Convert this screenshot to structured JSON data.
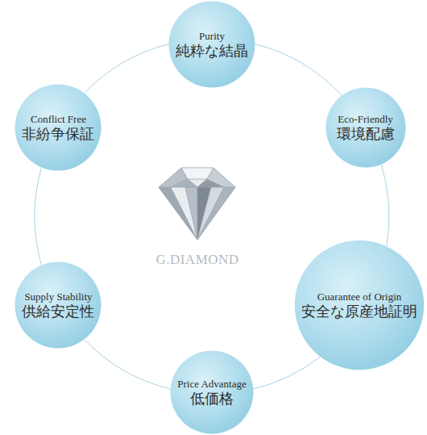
{
  "diagram": {
    "nodes": [
      {
        "text": [
          "Purity",
          "純粋な結晶"
        ]
      },
      {
        "text": [
          "Eco-Friendly",
          "環境配慮"
        ]
      },
      {
        "text": [
          "Guarantee of Origin",
          "安全な原産地証明"
        ]
      },
      {
        "text": [
          "Price Advantage",
          "低価格"
        ]
      },
      {
        "text": [
          "Supply Stability",
          "供給安定性"
        ]
      },
      {
        "text": [
          "Conflict Free",
          "非紛争保証"
        ]
      }
    ],
    "edges": [
      {
        "from": 0,
        "to": 1,
        "arrow": "none"
      },
      {
        "from": 1,
        "to": 2,
        "arrow": "none"
      },
      {
        "from": 2,
        "to": 3,
        "arrow": "none"
      },
      {
        "from": 3,
        "to": 4,
        "arrow": "none"
      },
      {
        "from": 4,
        "to": 5,
        "arrow": "none"
      },
      {
        "from": 5,
        "to": 0,
        "arrow": "none"
      }
    ],
    "labels": [
      "G.DIAMOND"
    ]
  }
}
